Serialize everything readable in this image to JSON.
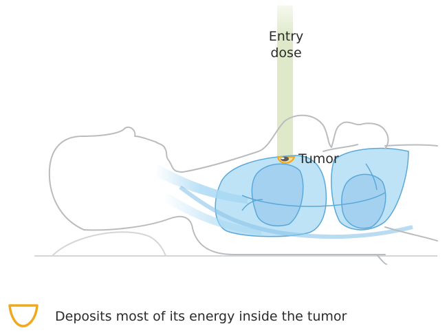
{
  "labels": {
    "entry_line1": "Entry",
    "entry_line2": "dose",
    "tumor": "Tumor"
  },
  "legend": {
    "text": "Deposits most of its energy inside the tumor",
    "icon": "half-circle-outline-icon"
  },
  "colors": {
    "beam": "#dfe9c9",
    "body_outline": "#b9bcbf",
    "organ_fill": "#a8d8f3",
    "organ_stroke": "#5aa8d9",
    "tumor_accent": "#f0a81e"
  }
}
